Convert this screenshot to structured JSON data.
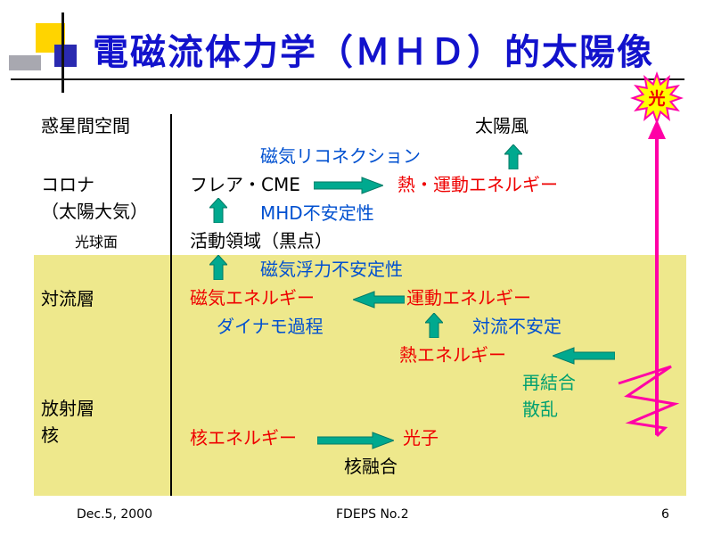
{
  "title": "電磁流体力学（ＭＨＤ）的太陽像",
  "light_burst": "光",
  "left_labels": {
    "interplanetary_space": "惑星間空間",
    "corona": "コロナ",
    "solar_atmosphere": "（太陽大気）",
    "photosphere": "光球面",
    "convection_zone": "対流層",
    "radiative_zone": "放射層",
    "core": "核"
  },
  "diagram": {
    "solar_wind": "太陽風",
    "magnetic_reconnection": "磁気リコネクション",
    "flare_cme": "フレア・CME",
    "heat_kinetic_energy": "熱・運動エネルギー",
    "mhd_instability": "MHD不安定性",
    "active_region": "活動領域（黒点）",
    "magnetic_buoyancy_instability": "磁気浮力不安定性",
    "magnetic_energy": "磁気エネルギー",
    "kinetic_energy": "運動エネルギー",
    "dynamo_process": "ダイナモ過程",
    "convective_instability": "対流不安定",
    "thermal_energy": "熱エネルギー",
    "recombination": "再結合",
    "scattering": "散乱",
    "nuclear_energy": "核エネルギー",
    "photon": "光子",
    "nuclear_fusion": "核融合"
  },
  "footer": {
    "date": "Dec.5, 2000",
    "label": "FDEPS No.2",
    "page_number": "6"
  },
  "colors": {
    "title_blue": "#1212cc",
    "body_blue": "#0050d0",
    "red": "#ee0000",
    "green_text": "#00a070",
    "teal_arrow": "#00a98f",
    "magenta_arrow": "#ff00a6",
    "panel_yellow": "#eee88c",
    "burst_yellow": "#ffff00",
    "deco_yellow": "#ffd400",
    "deco_blue": "#2a2ab0"
  }
}
